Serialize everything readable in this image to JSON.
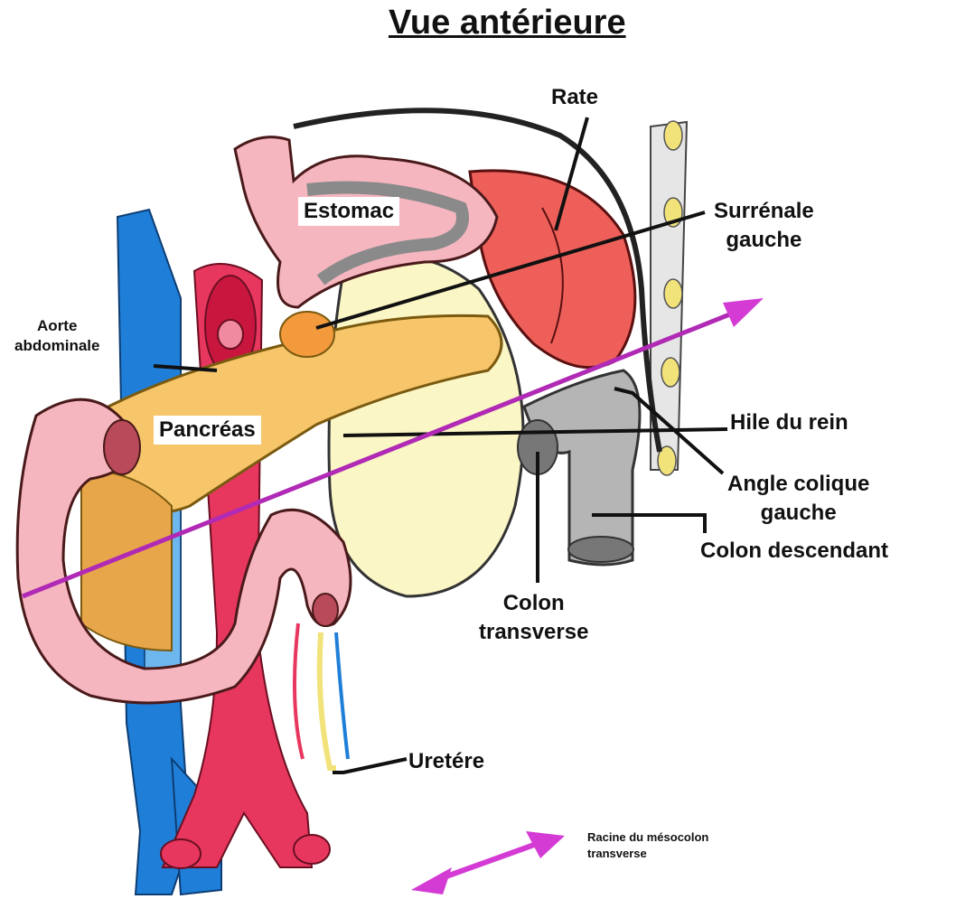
{
  "title": "Vue antérieure",
  "colors": {
    "artery": "#e8375e",
    "vein": "#1f7fd8",
    "vein_light": "#6db7ee",
    "pancreas": "#f7c56a",
    "pancreas_dark": "#e8a64a",
    "bowel": "#f5b6c0",
    "spleen": "#ee5f5a",
    "kidney": "#fbf6c6",
    "colon_descending": "#b5b5b5",
    "arrow": "#d43ad4",
    "label_line": "#111111"
  },
  "labels": {
    "rate": "Rate",
    "estomac": "Estomac",
    "surrenale": [
      "Surrénale",
      "gauche"
    ],
    "aorte": [
      "Aorte",
      "abdominale"
    ],
    "pancreas": "Pancréas",
    "hile": "Hile du rein",
    "angle": [
      "Angle colique",
      "gauche"
    ],
    "colon_descendant": "Colon descendant",
    "colon_transverse": [
      "Colon",
      "transverse"
    ],
    "uretere": "Uretére",
    "legend": [
      "Racine du mésocolon",
      "transverse"
    ]
  }
}
